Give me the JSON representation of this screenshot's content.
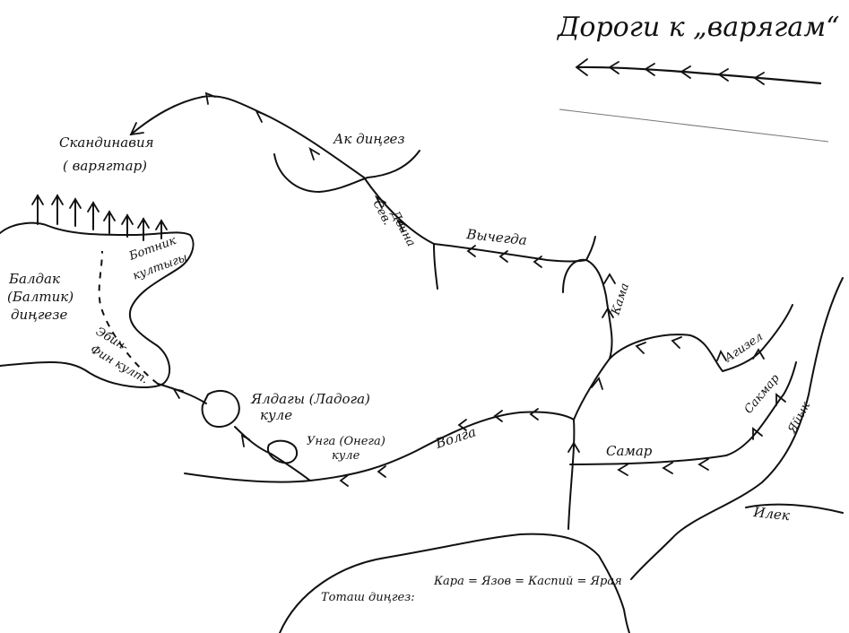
{
  "title": "Дороги к „варягам“",
  "labels": {
    "scandinavia_1": "Скандинавия",
    "scandinavia_2": "( варягтар)",
    "white_sea": "Ак диңгез",
    "baltic_1": "Балдак",
    "baltic_2": "(Балтик)",
    "baltic_3": "диңгезе",
    "bothnia_1": "Ботник",
    "bothnia_2": "култыгы",
    "finland_1": "Эбин-",
    "finland_2": "Фин култ.",
    "ladoga_1": "Ялдагы (Ладога)",
    "ladoga_2": "куле",
    "onega_1": "Унга (Онега)",
    "onega_2": "куле",
    "north_dvina_1": "Сев.",
    "north_dvina_2": "Двина",
    "vychegda": "Вычегда",
    "kama": "Кама",
    "volga": "Волга",
    "samara": "Самар",
    "belaya": "Агизел",
    "sakmara": "Сакмар",
    "ural": "Яйык",
    "ilek": "Илек",
    "caspian_1": "Тоташ диңгез:",
    "caspian_2": "Кара = Язов = Каспий = Ярая"
  },
  "legend": {
    "symbol": "route-arrow-line"
  }
}
